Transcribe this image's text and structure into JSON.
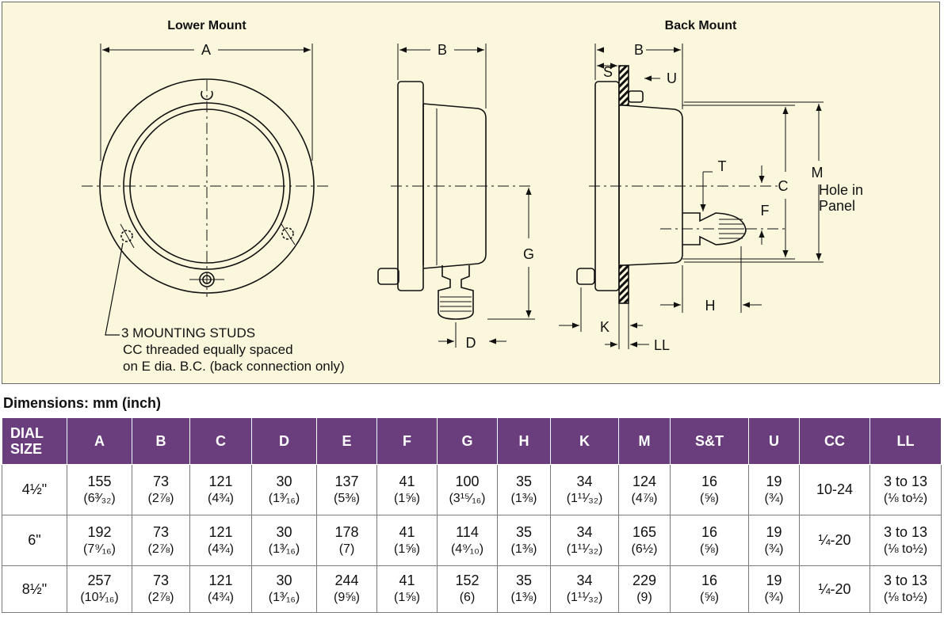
{
  "drawing": {
    "lower_mount_title": "Lower Mount",
    "back_mount_title": "Back Mount",
    "labels": {
      "A": "A",
      "B_side": "B",
      "G": "G",
      "D": "D",
      "B_back": "B",
      "S": "S",
      "U": "U",
      "T": "T",
      "C": "C",
      "F": "F",
      "M": "M",
      "hole1": "Hole in",
      "hole2": "Panel",
      "H": "H",
      "K": "K",
      "LL": "LL"
    },
    "note": {
      "line1": "3 MOUNTING STUDS",
      "line2": "CC threaded equally spaced",
      "line3": "on E dia. B.C. (back connection only)"
    }
  },
  "table": {
    "caption": "Dimensions: mm (inch)",
    "header_dial_1": "DIAL",
    "header_dial_2": "SIZE",
    "headers": [
      "A",
      "B",
      "C",
      "D",
      "E",
      "F",
      "G",
      "H",
      "K",
      "M",
      "S&T",
      "U",
      "CC",
      "LL"
    ],
    "rows": [
      {
        "dial": "4½\"",
        "cells": [
          {
            "mm": "155",
            "in": "(6³⁄₃₂)"
          },
          {
            "mm": "73",
            "in": "(2⅞)"
          },
          {
            "mm": "121",
            "in": "(4¾)"
          },
          {
            "mm": "30",
            "in": "(1³⁄₁₆)"
          },
          {
            "mm": "137",
            "in": "(5⅜)"
          },
          {
            "mm": "41",
            "in": "(1⅝)"
          },
          {
            "mm": "100",
            "in": "(3¹⁵⁄₁₆)"
          },
          {
            "mm": "35",
            "in": "(1⅜)"
          },
          {
            "mm": "34",
            "in": "(1¹¹⁄₃₂)"
          },
          {
            "mm": "124",
            "in": "(4⅞)"
          },
          {
            "mm": "16",
            "in": "(⅝)"
          },
          {
            "mm": "19",
            "in": "(¾)"
          },
          {
            "mm": "10-24",
            "in": ""
          },
          {
            "mm": "3 to 13",
            "in": "(⅛ to½)"
          }
        ]
      },
      {
        "dial": "6\"",
        "cells": [
          {
            "mm": "192",
            "in": "(7⁹⁄₁₆)"
          },
          {
            "mm": "73",
            "in": "(2⅞)"
          },
          {
            "mm": "121",
            "in": "(4¾)"
          },
          {
            "mm": "30",
            "in": "(1³⁄₁₆)"
          },
          {
            "mm": "178",
            "in": "(7)"
          },
          {
            "mm": "41",
            "in": "(1⅝)"
          },
          {
            "mm": "114",
            "in": "(4⁹⁄₁₀)"
          },
          {
            "mm": "35",
            "in": "(1⅜)"
          },
          {
            "mm": "34",
            "in": "(1¹¹⁄₃₂)"
          },
          {
            "mm": "165",
            "in": "(6½)"
          },
          {
            "mm": "16",
            "in": "(⅝)"
          },
          {
            "mm": "19",
            "in": "(¾)"
          },
          {
            "mm": "¼-20",
            "in": ""
          },
          {
            "mm": "3 to 13",
            "in": "(⅛ to½)"
          }
        ]
      },
      {
        "dial": "8½\"",
        "cells": [
          {
            "mm": "257",
            "in": "(10¹⁄₁₆)"
          },
          {
            "mm": "73",
            "in": "(2⅞)"
          },
          {
            "mm": "121",
            "in": "(4¾)"
          },
          {
            "mm": "30",
            "in": "(1³⁄₁₆)"
          },
          {
            "mm": "244",
            "in": "(9⅝)"
          },
          {
            "mm": "41",
            "in": "(1⅝)"
          },
          {
            "mm": "152",
            "in": "(6)"
          },
          {
            "mm": "35",
            "in": "(1⅜)"
          },
          {
            "mm": "34",
            "in": "(1¹¹⁄₃₂)"
          },
          {
            "mm": "229",
            "in": "(9)"
          },
          {
            "mm": "16",
            "in": "(⅝)"
          },
          {
            "mm": "19",
            "in": "(¾)"
          },
          {
            "mm": "¼-20",
            "in": ""
          },
          {
            "mm": "3 to 13",
            "in": "(⅛ to½)"
          }
        ]
      }
    ]
  }
}
